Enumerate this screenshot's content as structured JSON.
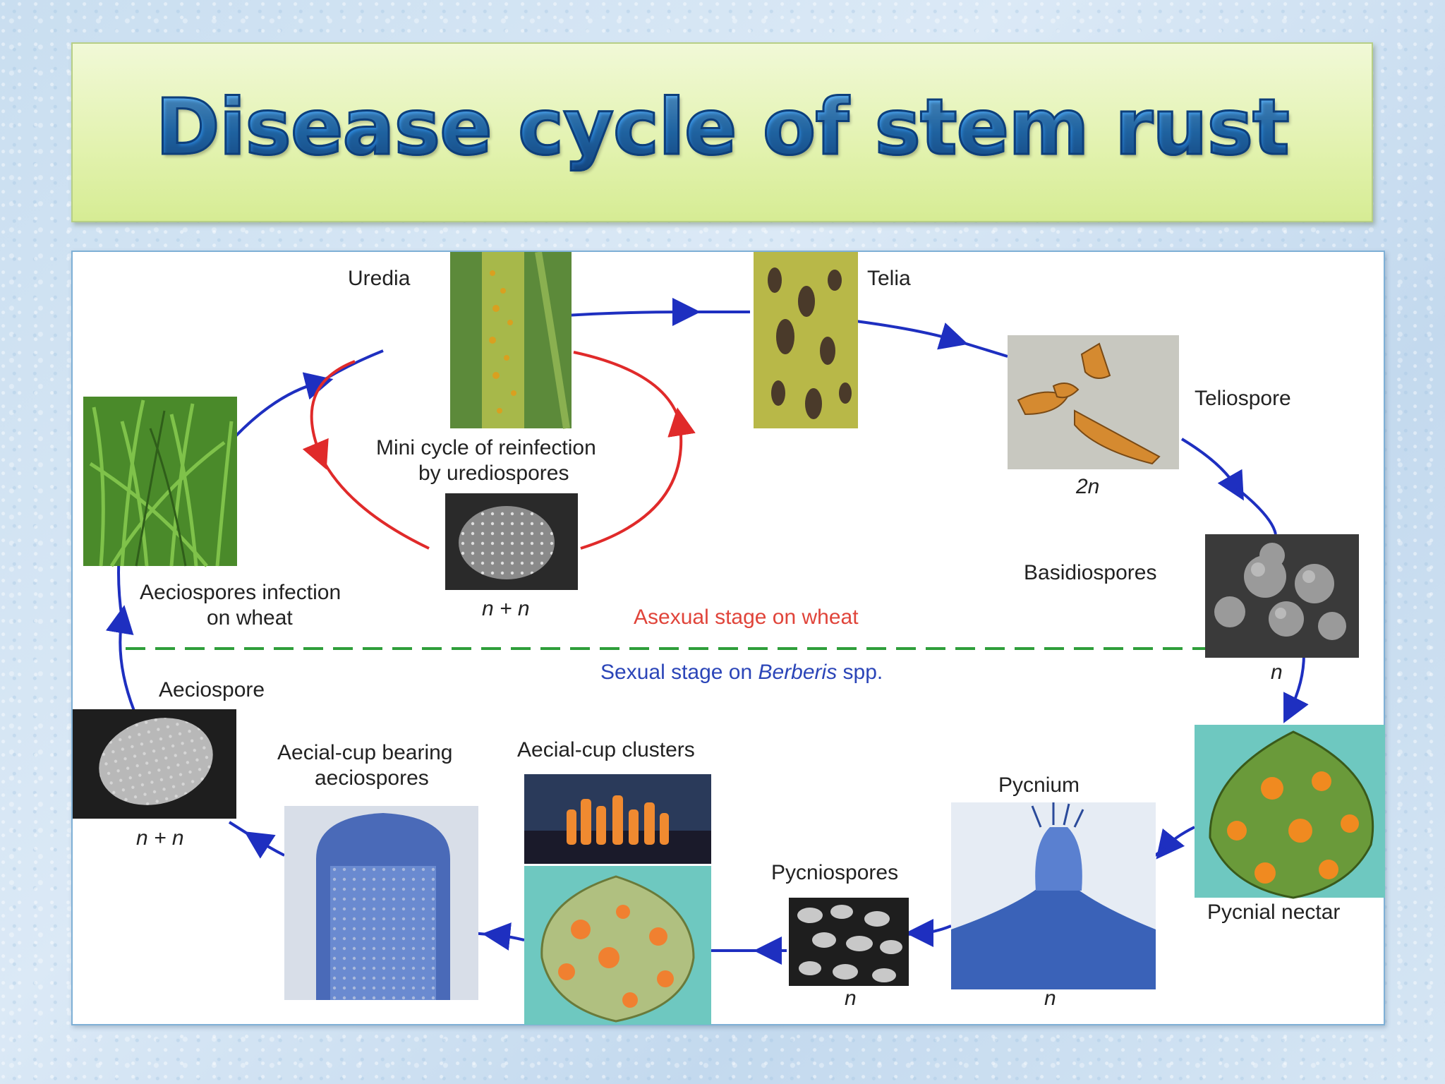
{
  "title": "Disease cycle of stem rust",
  "colors": {
    "title_fill": "#2a84d6",
    "title_box": "#e2f2ae",
    "main_cycle_arrow": "#1e2fc0",
    "mini_cycle_arrow": "#e02a2a",
    "divider": "#2e9e3a",
    "asexual_text": "#e0443a",
    "sexual_text": "#2b45b8"
  },
  "labels": {
    "uredia": "Uredia",
    "telia": "Telia",
    "teliospore": "Teliospore",
    "teliospore_ploidy": "2n",
    "basidiospores": "Basidiospores",
    "basidiospores_ploidy": "n",
    "pycnial_nectar": "Pycnial nectar",
    "pycnium": "Pycnium",
    "pycnium_ploidy": "n",
    "pycniospores": "Pycniospores",
    "pycniospores_ploidy": "n",
    "aecial_cup_clusters": "Aecial-cup clusters",
    "aecial_cup_bearing_1": "Aecial-cup bearing",
    "aecial_cup_bearing_2": "aeciospores",
    "aeciospore": "Aeciospore",
    "aeciospore_ploidy": "n + n",
    "aeciospores_infection_1": "Aeciospores infection",
    "aeciospores_infection_2": "on  wheat",
    "mini_cycle_1": "Mini cycle of reinfection",
    "mini_cycle_2": "by urediospores",
    "urediospore_ploidy": "n + n"
  },
  "stages": {
    "asexual": "Asexual stage on wheat",
    "sexual_prefix": "Sexual stage on ",
    "sexual_genus": "Berberis",
    "sexual_suffix": " spp."
  }
}
